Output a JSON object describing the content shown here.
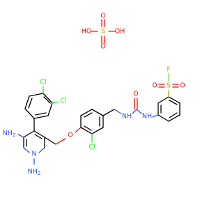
{
  "atoms": {
    "cl_top": "Cl",
    "cl_mid": "Cl",
    "cl_ring": "Cl",
    "nh2_top": "NH",
    "nh2_top_sub": "2",
    "nh2_bottom": "NH",
    "nh2_bottom_sub": "2",
    "n_pyr_top": "N",
    "n_pyr_bottom": "N",
    "o_ether": "O",
    "nh_left": "NH",
    "nh_right": "NH",
    "o_carbonyl": "O",
    "s_sulfonyl": "S",
    "o_sulfonyl_left": "O",
    "o_sulfonyl_right": "O",
    "f": "F",
    "ho_left": "HO",
    "s_sulfate": "S",
    "o_sulfate_top": "O",
    "o_sulfate_bottom": "O",
    "oh_right": "OH"
  },
  "colors": {
    "carbon": "#000000",
    "oxygen": "#ff0d0d",
    "nitrogen": "#3050f8",
    "chlorine": "#1ff01f",
    "sulfur": "#b3a300",
    "fluorine": "#8fd14f"
  }
}
